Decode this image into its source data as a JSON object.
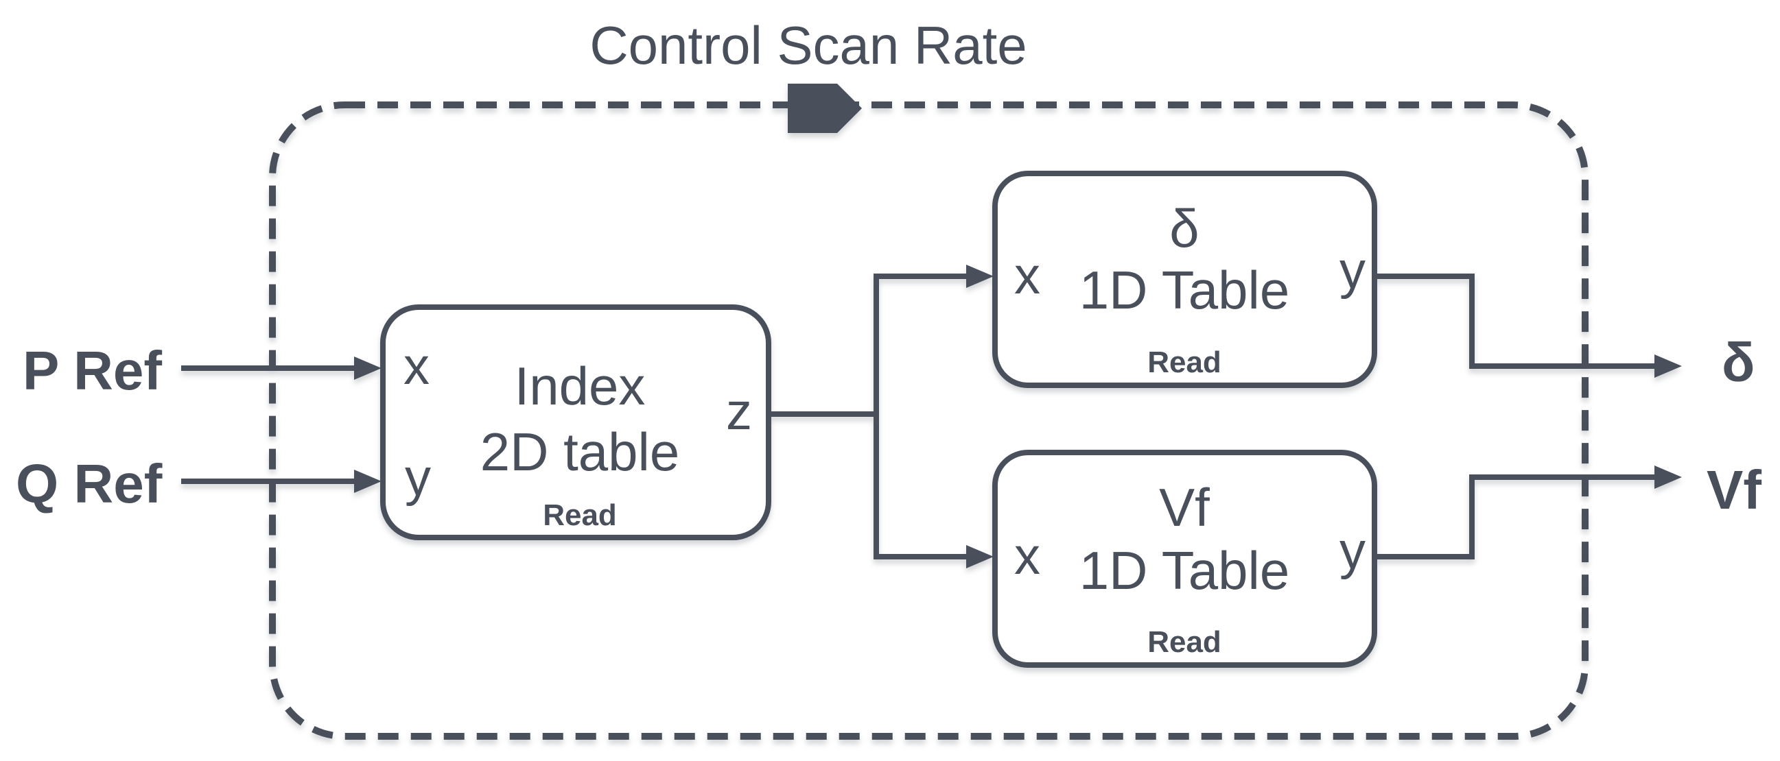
{
  "app": {
    "background": "#ffffff",
    "ink_color": "#49505b",
    "description": "Block diagram of a control lookup subsystem executed at the control scan rate"
  },
  "title": "Control Scan Rate",
  "inputs": [
    {
      "label": "P Ref"
    },
    {
      "label": "Q Ref"
    }
  ],
  "outputs": [
    {
      "label": "δ"
    },
    {
      "label": "Vf"
    }
  ],
  "blocks": [
    {
      "name": "Index 2D table",
      "line1": "Index",
      "line2": "2D table",
      "action": "Read",
      "ports": {
        "in1": "x",
        "in2": "y",
        "out": "z"
      }
    },
    {
      "name": "δ 1D Table",
      "line1": "δ",
      "line2": "1D Table",
      "action": "Read",
      "ports": {
        "in1": "x",
        "out": "y"
      }
    },
    {
      "name": "Vf 1D Table",
      "line1": "Vf",
      "line2": "1D Table",
      "action": "Read",
      "ports": {
        "in1": "x",
        "out": "y"
      }
    }
  ]
}
